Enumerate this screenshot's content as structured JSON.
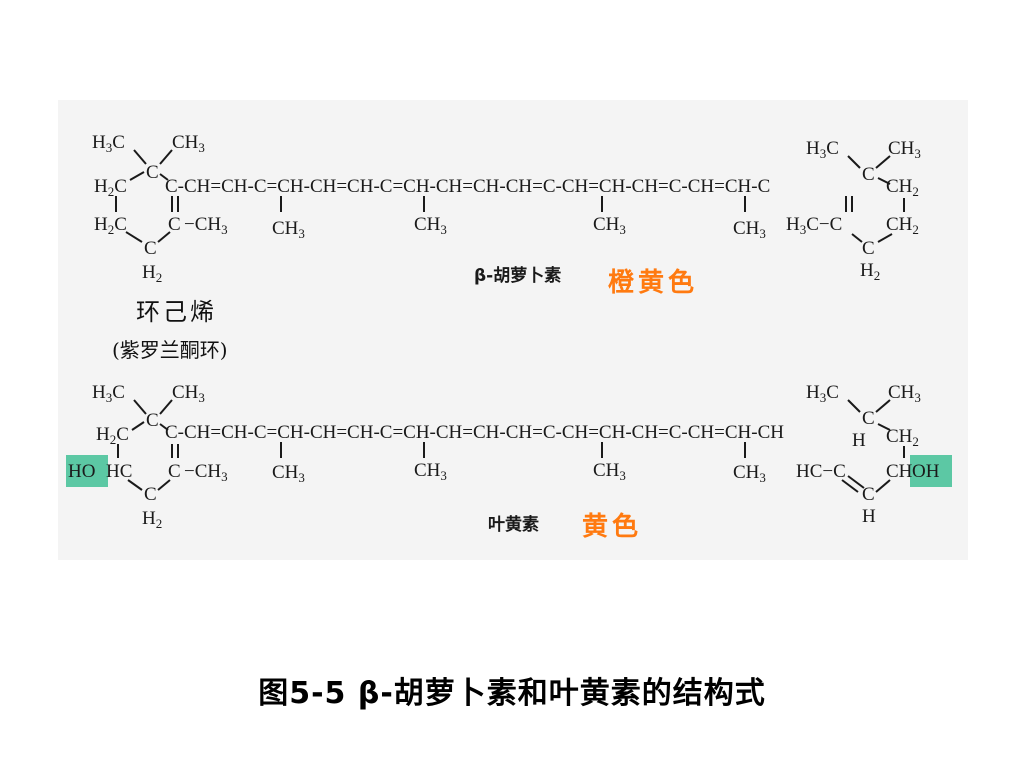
{
  "structures": {
    "beta_carotene": {
      "name": "β-胡萝卜素",
      "color": "橙黄色",
      "chain": "C-CH=CH-C=CH-CH=CH-C=CH-CH=CH-CH=C-CH=CH-CH=C-CH=CH-C",
      "methyl": "CH3",
      "ring_left_top": "H3C CH3",
      "ring_right_top": "H3C CH3",
      "ring_bottom": "H2"
    },
    "lutein": {
      "name": "叶黄素",
      "color": "黄色",
      "hydroxyl_left": "HO",
      "hydroxyl_right": "OH"
    }
  },
  "annotations": {
    "ring_name": "环己烯",
    "ring_alias": "(紫罗兰酮环)"
  },
  "caption": "图5-5  β-胡萝卜素和叶黄素的结构式",
  "colors": {
    "highlight": "#5cc8a4",
    "color_label": "#ff7a10",
    "panel": "#f4f4f4"
  }
}
